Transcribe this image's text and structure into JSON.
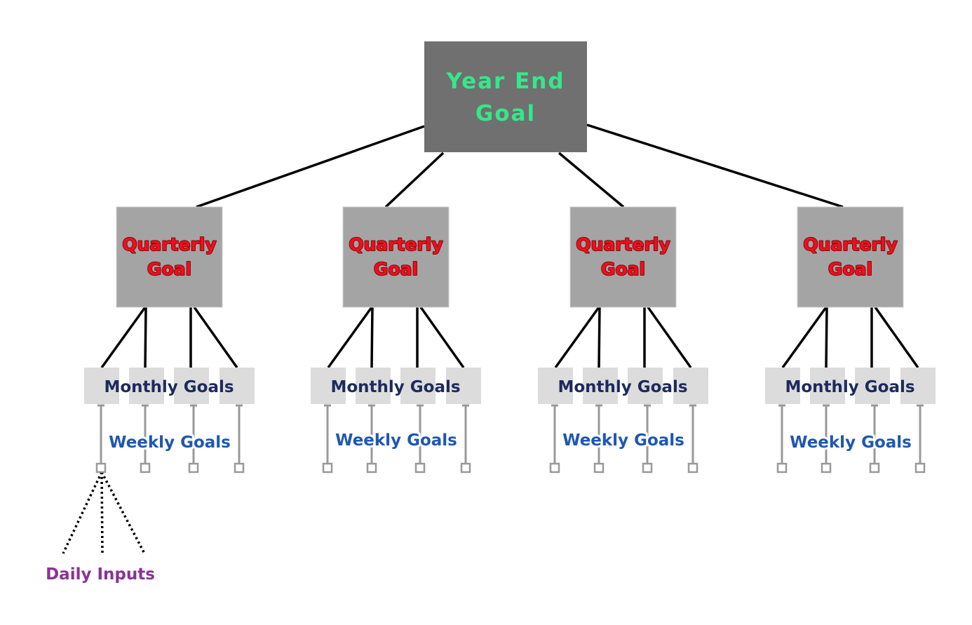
{
  "diagram": {
    "root": {
      "label_lines": [
        "Year End",
        "Goal"
      ],
      "fill": "#707070",
      "text_color": "#34e88a"
    },
    "quarters": [
      {
        "label_lines": [
          "Quarterly",
          "Goal"
        ],
        "monthly_label": "Monthly Goals",
        "weekly_label": "Weekly Goals"
      },
      {
        "label_lines": [
          "Quarterly",
          "Goal"
        ],
        "monthly_label": "Monthly Goals",
        "weekly_label": "Weekly Goals"
      },
      {
        "label_lines": [
          "Quarterly",
          "Goal"
        ],
        "monthly_label": "Monthly Goals",
        "weekly_label": "Weekly Goals"
      },
      {
        "label_lines": [
          "Quarterly",
          "Goal"
        ],
        "monthly_label": "Monthly Goals",
        "weekly_label": "Weekly Goals"
      }
    ],
    "daily_label": "Daily Inputs",
    "colors": {
      "quarter_fill": "#a4a4a4",
      "quarter_text": "#f20d1d",
      "month_fill": "#dcdcdc",
      "month_text": "#1d2a5e",
      "week_text": "#1e58b0",
      "week_connector": "#999999",
      "daily_text": "#8a3296",
      "line": "#000000"
    }
  }
}
